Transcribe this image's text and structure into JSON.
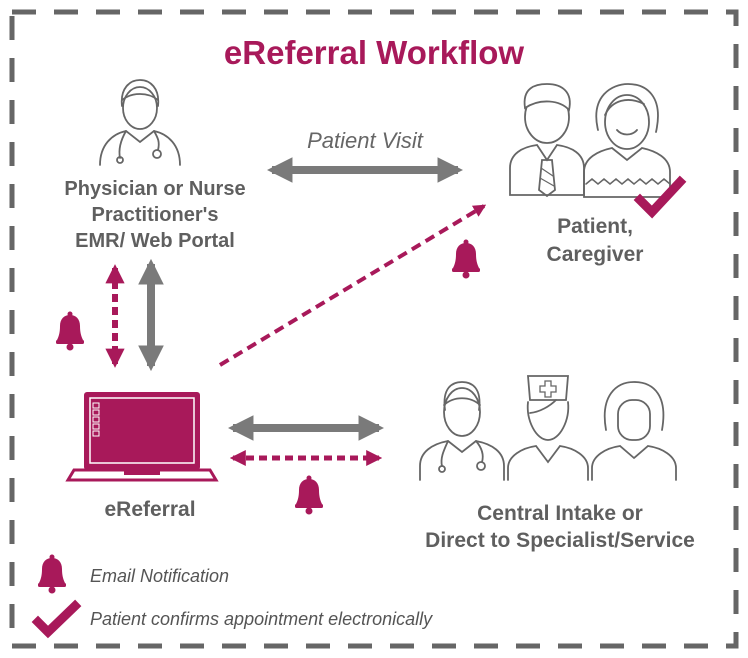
{
  "title": "eReferral Workflow",
  "patient_visit_label": "Patient Visit",
  "physician": {
    "line1": "Physician or Nurse",
    "line2": "Practitioner's",
    "line3": "EMR/ Web Portal"
  },
  "patient": {
    "line1": "Patient,",
    "line2": "Caregiver"
  },
  "ereferral_label": "eReferral",
  "central": {
    "line1": "Central Intake or",
    "line2": "Direct to Specialist/Service"
  },
  "legend": {
    "email": "Email Notification",
    "confirm": "Patient confirms appointment electronically"
  },
  "colors": {
    "accent": "#a8195a",
    "gray_arrow": "#7a7a7a",
    "border": "#666666"
  },
  "icons": [
    "doctor-icon",
    "patient-caregiver-icon",
    "laptop-icon",
    "care-team-icon",
    "bell-icon",
    "checkmark-icon"
  ]
}
